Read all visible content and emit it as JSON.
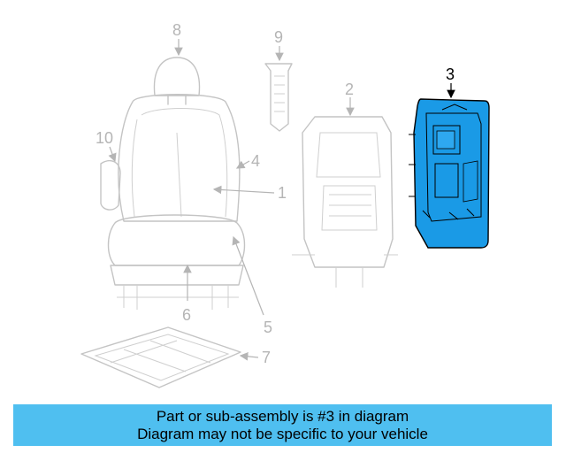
{
  "diagram": {
    "callouts": {
      "c1": "1",
      "c2": "2",
      "c3": "3",
      "c4": "4",
      "c5": "5",
      "c6": "6",
      "c7": "7",
      "c8": "8",
      "c9": "9",
      "c10": "10"
    },
    "highlighted_part": "3",
    "highlight_color": "#1a9ae6"
  },
  "banner": {
    "line1": "Part or sub-assembly is #3 in diagram",
    "line2": "Diagram may not be specific to your vehicle",
    "background": "#4fbff0"
  }
}
